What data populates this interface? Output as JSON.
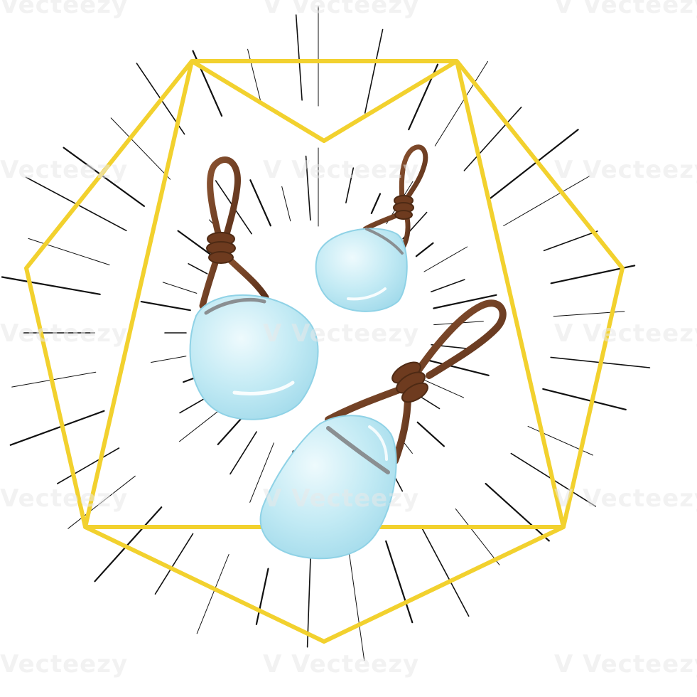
{
  "illustration": {
    "subject": "three-crystal-pendants-in-gold-geometric-frame",
    "colors": {
      "frame": "#f2d12e",
      "rays": "#111111",
      "cord": "#7a4526",
      "cord_dark": "#4e2a14",
      "crystal_light": "#dff5fb",
      "crystal_mid": "#b7e6f2",
      "crystal_edge": "#8fd2e6",
      "background": "#ffffff"
    }
  },
  "watermark": {
    "text": "Vecteezy",
    "logo_glyph": "V"
  }
}
